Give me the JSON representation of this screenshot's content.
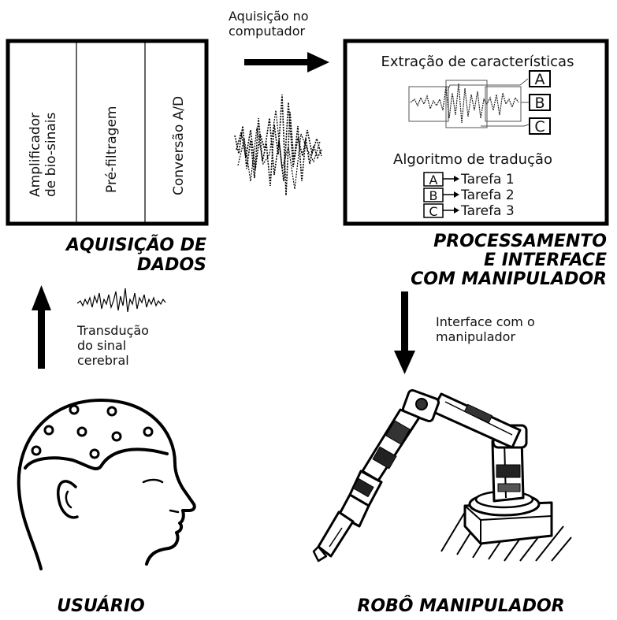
{
  "acquisition": {
    "stages": [
      "Amplificador",
      "de bio-sinais",
      "Pré-filtragem",
      "Conversão A/D"
    ],
    "title_line1": "AQUISIÇÃO DE",
    "title_line2": "DADOS"
  },
  "arrows": {
    "to_computer_line1": "Aquisição no",
    "to_computer_line2": "computador",
    "transduction_line1": "Transdução",
    "transduction_line2": "do sinal",
    "transduction_line3": "cerebral",
    "manipulator_line1": "Interface com o",
    "manipulator_line2": "manipulador"
  },
  "processing": {
    "feature_title": "Extração de características",
    "features": [
      "A",
      "B",
      "C"
    ],
    "translation_title": "Algoritmo de tradução",
    "tasks": [
      {
        "key": "A",
        "label": "Tarefa 1"
      },
      {
        "key": "B",
        "label": "Tarefa 2"
      },
      {
        "key": "C",
        "label": "Tarefa 3"
      }
    ],
    "title_line1": "PROCESSAMENTO",
    "title_line2": "E INTERFACE",
    "title_line3": "COM MANIPULADOR"
  },
  "user": {
    "caption": "USUÁRIO"
  },
  "robot": {
    "caption": "ROBÔ MANIPULADOR"
  }
}
